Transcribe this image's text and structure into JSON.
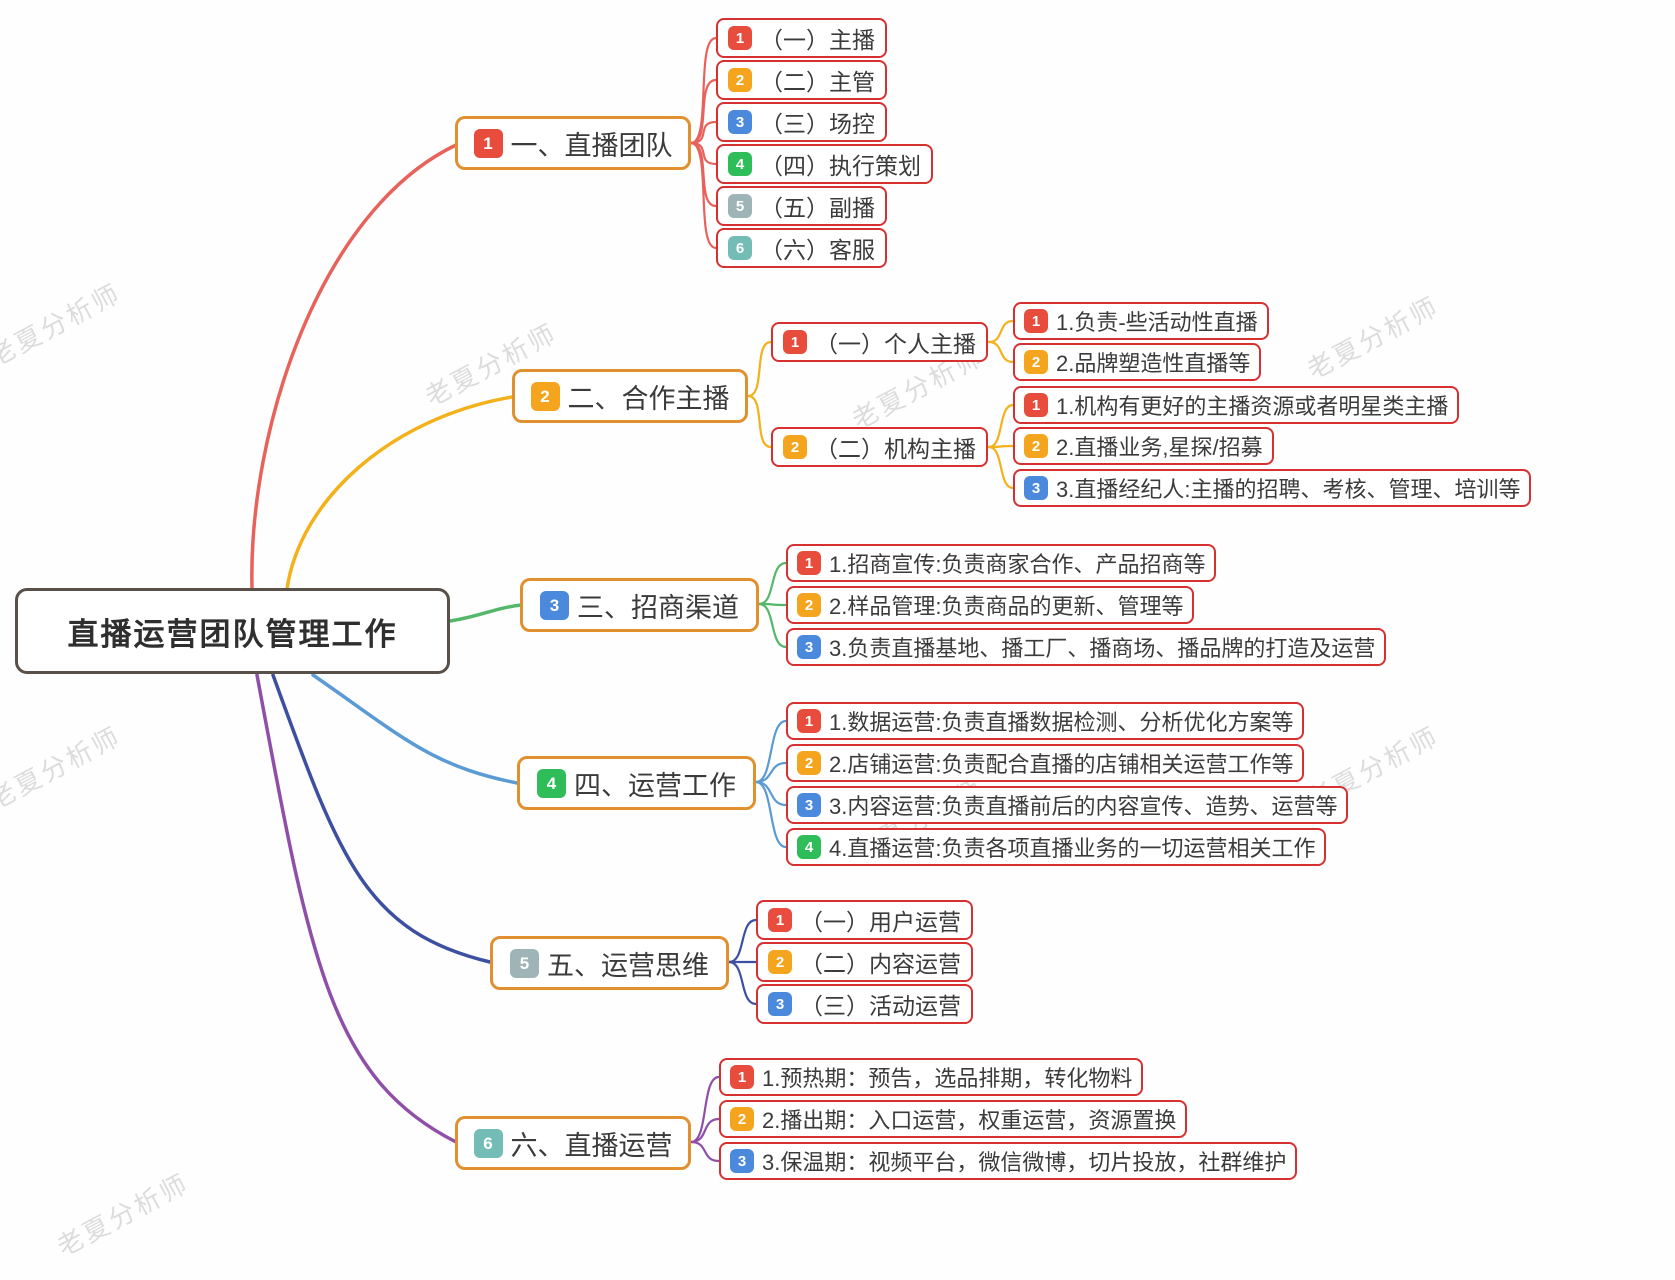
{
  "root": {
    "label": "直播运营团队管理工作"
  },
  "watermark_text": "老夏分析师",
  "colors": {
    "root_border": "#59504a",
    "branch_border": "#e0902f",
    "child_border": "#d63031",
    "badge_1": "#e74c3c",
    "badge_2": "#f5a51d",
    "badge_3": "#4a89dc",
    "badge_4": "#2ebd59",
    "badge_5": "#9fb4b7",
    "badge_6": "#74bdb6",
    "line_branch1": "#e8625c",
    "line_branch2": "#f3b11b",
    "line_branch3": "#55b76a",
    "line_branch4": "#5b9bd5",
    "line_branch5": "#3d4fa0",
    "line_branch6": "#8f4fa8"
  },
  "branches": [
    {
      "badge": "1",
      "label": "一、直播团队",
      "children": [
        {
          "badge": "1",
          "label": "（一）主播"
        },
        {
          "badge": "2",
          "label": "（二）主管"
        },
        {
          "badge": "3",
          "label": "（三）场控"
        },
        {
          "badge": "4",
          "label": "（四）执行策划"
        },
        {
          "badge": "5",
          "label": "（五）副播"
        },
        {
          "badge": "6",
          "label": "（六）客服"
        }
      ]
    },
    {
      "badge": "2",
      "label": "二、合作主播",
      "children": [
        {
          "badge": "1",
          "label": "（一）个人主播",
          "children": [
            {
              "badge": "1",
              "label": "1.负责-些活动性直播"
            },
            {
              "badge": "2",
              "label": "2.品牌塑造性直播等"
            }
          ]
        },
        {
          "badge": "2",
          "label": "（二）机构主播",
          "children": [
            {
              "badge": "1",
              "label": "1.机构有更好的主播资源或者明星类主播"
            },
            {
              "badge": "2",
              "label": "2.直播业务,星探/招募"
            },
            {
              "badge": "3",
              "label": "3.直播经纪人:主播的招聘、考核、管理、培训等"
            }
          ]
        }
      ]
    },
    {
      "badge": "3",
      "label": "三、招商渠道",
      "children": [
        {
          "badge": "1",
          "label": "1.招商宣传:负责商家合作、产品招商等"
        },
        {
          "badge": "2",
          "label": "2.样品管理:负责商品的更新、管理等"
        },
        {
          "badge": "3",
          "label": "3.负责直播基地、播工厂、播商场、播品牌的打造及运营"
        }
      ]
    },
    {
      "badge": "4",
      "label": "四、运营工作",
      "children": [
        {
          "badge": "1",
          "label": "1.数据运营:负责直播数据检测、分析优化方案等"
        },
        {
          "badge": "2",
          "label": "2.店铺运营:负责配合直播的店铺相关运营工作等"
        },
        {
          "badge": "3",
          "label": "3.内容运营:负责直播前后的内容宣传、造势、运营等"
        },
        {
          "badge": "4",
          "label": "4.直播运营:负责各项直播业务的一切运营相关工作"
        }
      ]
    },
    {
      "badge": "5",
      "label": "五、运营思维",
      "children": [
        {
          "badge": "1",
          "label": "（一）用户运营"
        },
        {
          "badge": "2",
          "label": "（二）内容运营"
        },
        {
          "badge": "3",
          "label": "（三）活动运营"
        }
      ]
    },
    {
      "badge": "6",
      "label": "六、直播运营",
      "children": [
        {
          "badge": "1",
          "label": "1.预热期：预告，选品排期，转化物料"
        },
        {
          "badge": "2",
          "label": "2.播出期：入口运营，权重运营，资源置换"
        },
        {
          "badge": "3",
          "label": "3.保温期：视频平台，微信微博，切片投放，社群维护"
        }
      ]
    }
  ]
}
